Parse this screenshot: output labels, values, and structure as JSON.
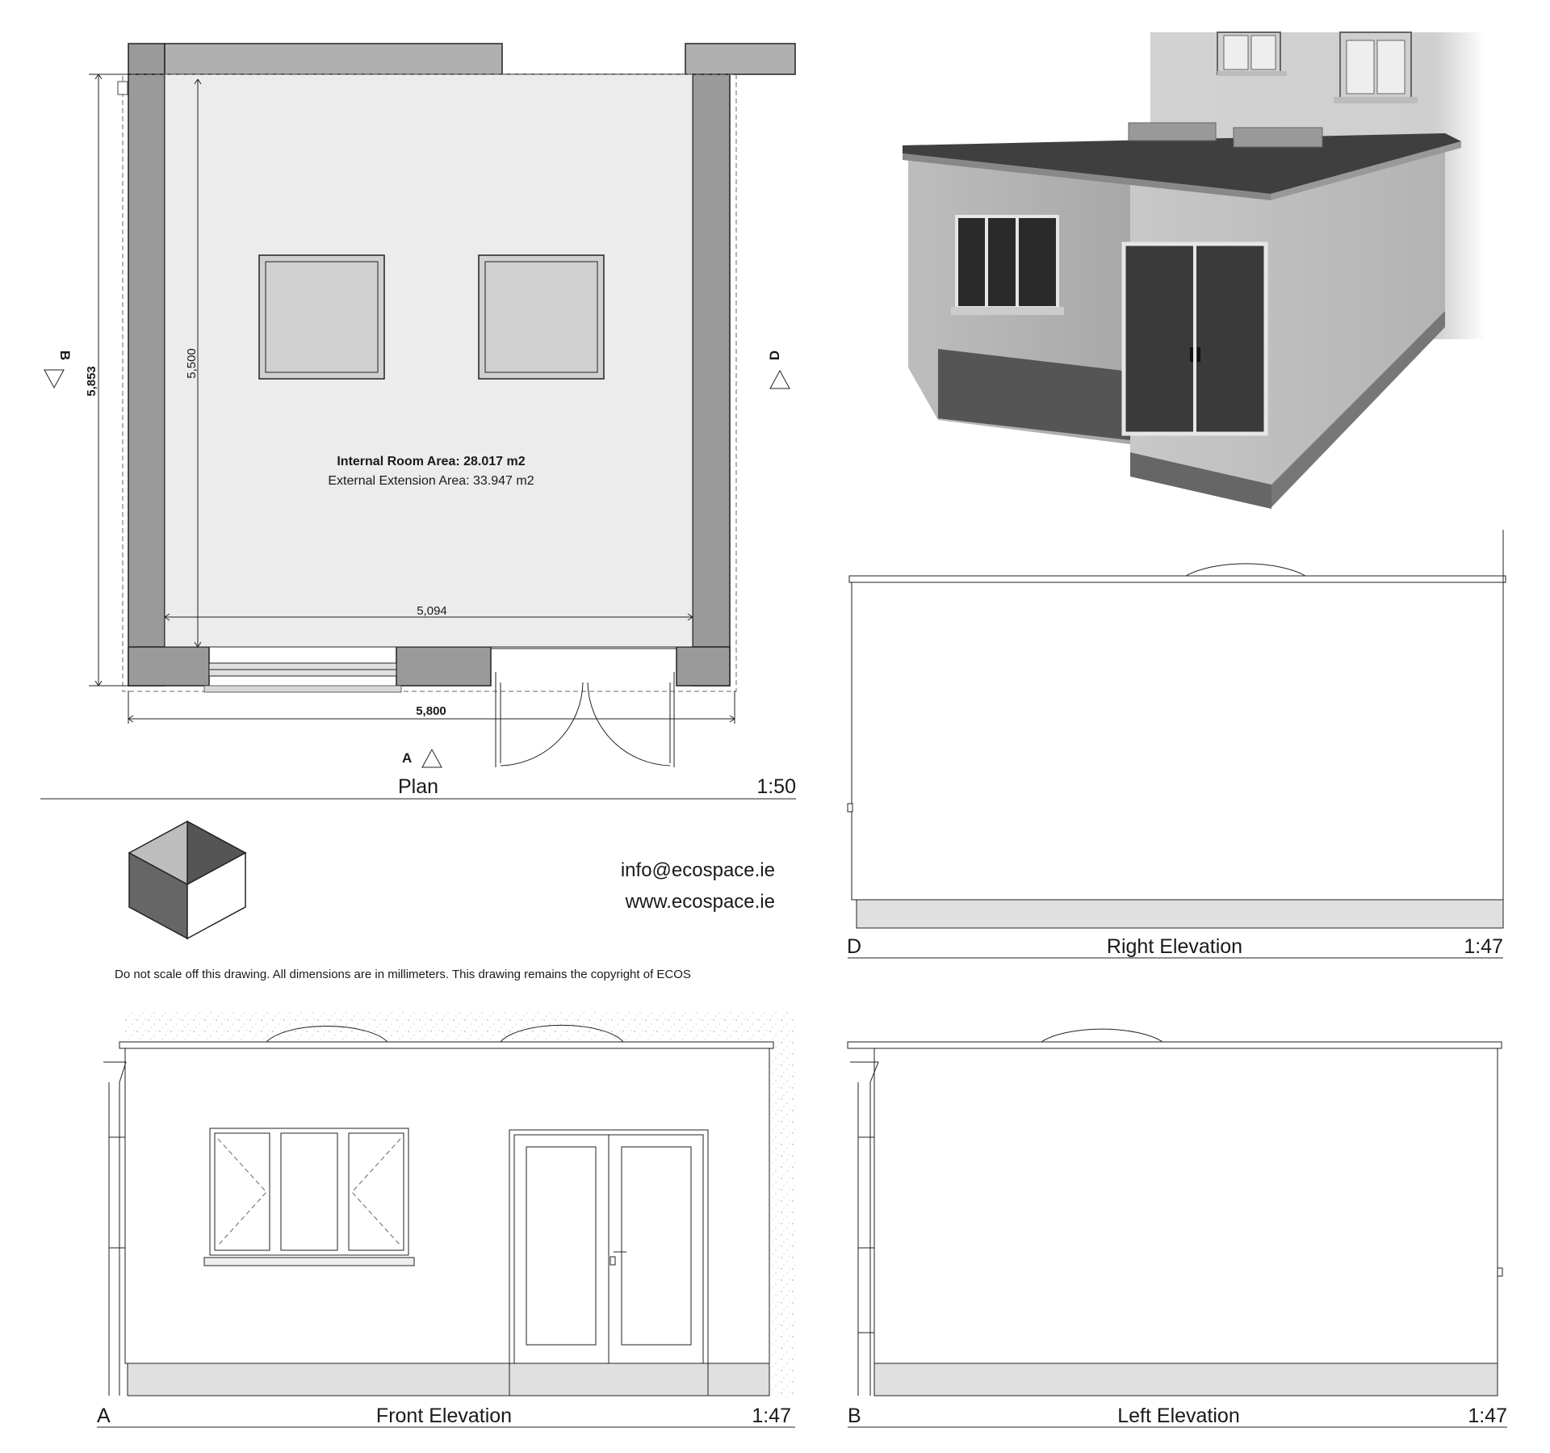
{
  "plan": {
    "title": "Plan",
    "scale": "1:50",
    "dim_overall_width": "5,800",
    "dim_internal_width": "5,094",
    "dim_overall_depth": "5,853",
    "dim_internal_depth": "5,500",
    "area_internal": "Internal Room Area: 28.017 m2",
    "area_external": "External Extension Area: 33.947 m2",
    "marker_a": "A",
    "marker_b": "B",
    "marker_d": "D"
  },
  "contact": {
    "email": "info@ecospace.ie",
    "website": "www.ecospace.ie"
  },
  "disclaimer": "Do not scale off this drawing. All dimensions are in millimeters. This drawing remains the copyright of ECOS",
  "right_elevation": {
    "marker": "D",
    "title": "Right Elevation",
    "scale": "1:47"
  },
  "front_elevation": {
    "marker": "A",
    "title": "Front Elevation",
    "scale": "1:47"
  },
  "left_elevation": {
    "marker": "B",
    "title": "Left Elevation",
    "scale": "1:47"
  }
}
